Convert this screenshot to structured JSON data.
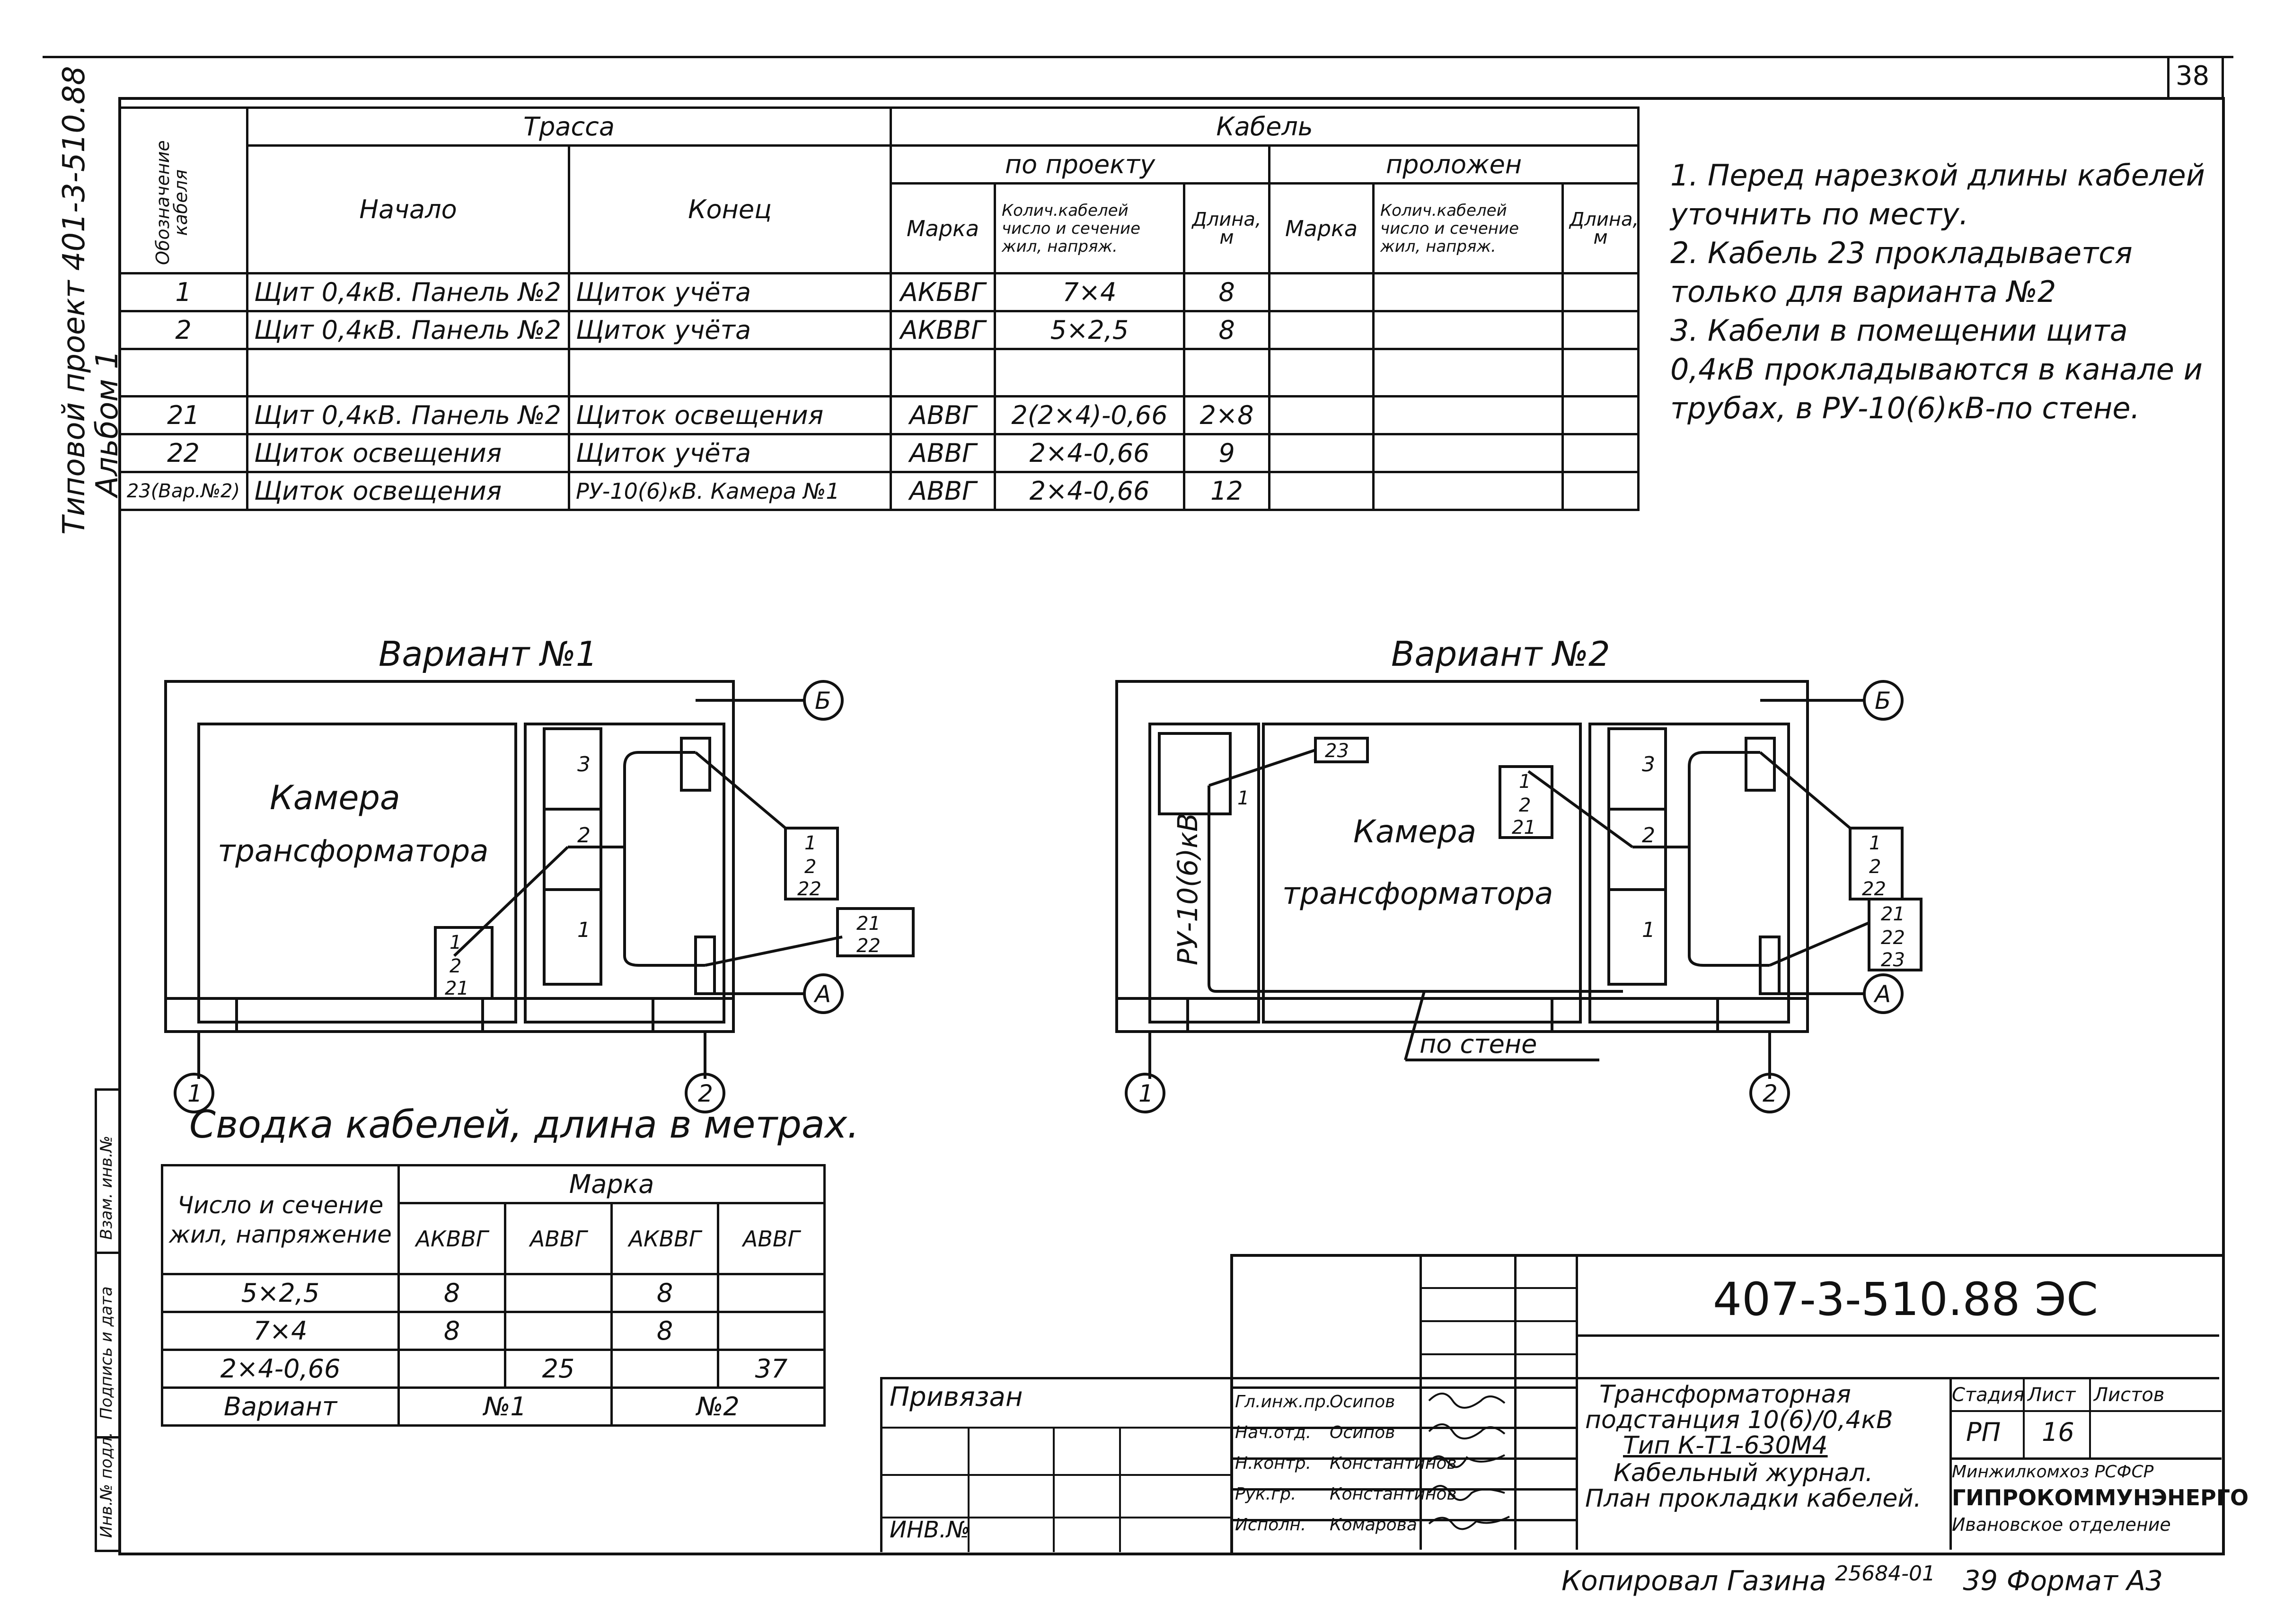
{
  "sheet": {
    "number": "38",
    "side_title": "Типовой проект 401-3-510.88",
    "side_album": "Альбом 1",
    "copy_line": "Копировал Газина",
    "order_no": "25684-01",
    "order_suffix": "39",
    "format": "Формат А3"
  },
  "cable_journal": {
    "group_trassa": "Трасса",
    "group_kabel": "Кабель",
    "group_po_proektu": "по проекту",
    "group_prolozhen": "проложен",
    "col_designation": "Обозначение кабеля",
    "col_start": "Начало",
    "col_end": "Конец",
    "col_mark": "Марка",
    "col_qty": "Колич.кабелей число и сечение жил, напряж.",
    "col_length": "Длина, м",
    "rows": [
      {
        "id": "1",
        "start": "Щит 0,4кВ. Панель №2",
        "end": "Щиток учёта",
        "mark": "АКБВГ",
        "qty": "7×4",
        "length": "8"
      },
      {
        "id": "2",
        "start": "Щит 0,4кВ. Панель №2",
        "end": "Щиток учёта",
        "mark": "АКВВГ",
        "qty": "5×2,5",
        "length": "8"
      },
      {
        "id": "",
        "start": "",
        "end": "",
        "mark": "",
        "qty": "",
        "length": ""
      },
      {
        "id": "21",
        "start": "Щит 0,4кВ. Панель №2",
        "end": "Щиток освещения",
        "mark": "АВВГ",
        "qty": "2(2×4)-0,66",
        "length": "2×8"
      },
      {
        "id": "22",
        "start": "Щиток освещения",
        "end": "Щиток учёта",
        "mark": "АВВГ",
        "qty": "2×4-0,66",
        "length": "9"
      },
      {
        "id": "23(Вар.№2)",
        "start": "Щиток освещения",
        "end": "РУ-10(6)кВ. Камера №1",
        "mark": "АВВГ",
        "qty": "2×4-0,66",
        "length": "12"
      }
    ]
  },
  "notes": [
    "1. Перед нарезкой длины кабелей уточнить по месту.",
    "2. Кабель 23 прокладывается только для варианта №2",
    "3. Кабели в помещении щита 0,4кВ прокладываются в канале и трубах, в РУ-10(6)кВ-по стене."
  ],
  "variant1": {
    "title": "Вариант №1",
    "room_label_1": "Камера",
    "room_label_2": "трансформатора",
    "panel_numbers": [
      "3",
      "2",
      "1"
    ],
    "tag_a": [
      "1",
      "2",
      "21"
    ],
    "tag_b": [
      "1",
      "2",
      "22"
    ],
    "tag_c": [
      "21",
      "22"
    ],
    "axis_b": "Б",
    "axis_a": "А",
    "axis_1": "1",
    "axis_2": "2"
  },
  "variant2": {
    "title": "Вариант №2",
    "ru_label": "РУ-10(6)кВ",
    "room_label_1": "Камера",
    "room_label_2": "трансформатора",
    "panel_numbers": [
      "3",
      "2",
      "1"
    ],
    "tag_23": "23",
    "tag_1": "1",
    "tag_a": [
      "1",
      "2",
      "21"
    ],
    "tag_b": [
      "1",
      "2",
      "22"
    ],
    "tag_c": [
      "21",
      "22",
      "23"
    ],
    "wall_label": "по стене",
    "axis_b": "Б",
    "axis_a": "А",
    "axis_1": "1",
    "axis_2": "2"
  },
  "summary": {
    "title": "Сводка кабелей, длина в метрах.",
    "col_spec": "Число и сечение жил, напряжение",
    "col_mark_group": "Марка",
    "marks": [
      "АКВВГ",
      "АВВГ",
      "АКВВГ",
      "АВВГ"
    ],
    "rows": [
      {
        "spec": "5×2,5",
        "v": [
          "8",
          "",
          "8",
          ""
        ]
      },
      {
        "spec": "7×4",
        "v": [
          "8",
          "",
          "8",
          ""
        ]
      },
      {
        "spec": "2×4-0,66",
        "v": [
          "",
          "25",
          "",
          "37"
        ]
      }
    ],
    "variant_label": "Вариант",
    "variant_1": "№1",
    "variant_2": "№2"
  },
  "stamp": {
    "code": "407-3-510.88 ЭС",
    "privyazan": "Привязан",
    "inv_no": "ИНВ.№",
    "roles": [
      "Гл.инж.пр.",
      "Нач.отд.",
      "Н.контр.",
      "Рук.гр.",
      "Исполн."
    ],
    "names": [
      "Осипов",
      "Осипов",
      "Константинов",
      "Константинов",
      "Комарова"
    ],
    "title_1": "Трансформаторная",
    "title_2": "подстанция 10(6)/0,4кВ",
    "title_3": "Тип К-Т1-630М4",
    "title_4": "Кабельный журнал.",
    "title_5": "План прокладки кабелей.",
    "h_stage": "Стадия",
    "h_sheet": "Лист",
    "h_sheets": "Листов",
    "stage": "РП",
    "sheet_no": "16",
    "org_1": "Минжилкомхоз РСФСР",
    "org_2": "ГИПРОКОММУНЭНЕРГО",
    "org_3": "Ивановское отделение"
  },
  "left_stamp": {
    "col1": "Инв.№ подл.",
    "col2": "Подпись и дата",
    "col3": "Взам. инв.№"
  }
}
